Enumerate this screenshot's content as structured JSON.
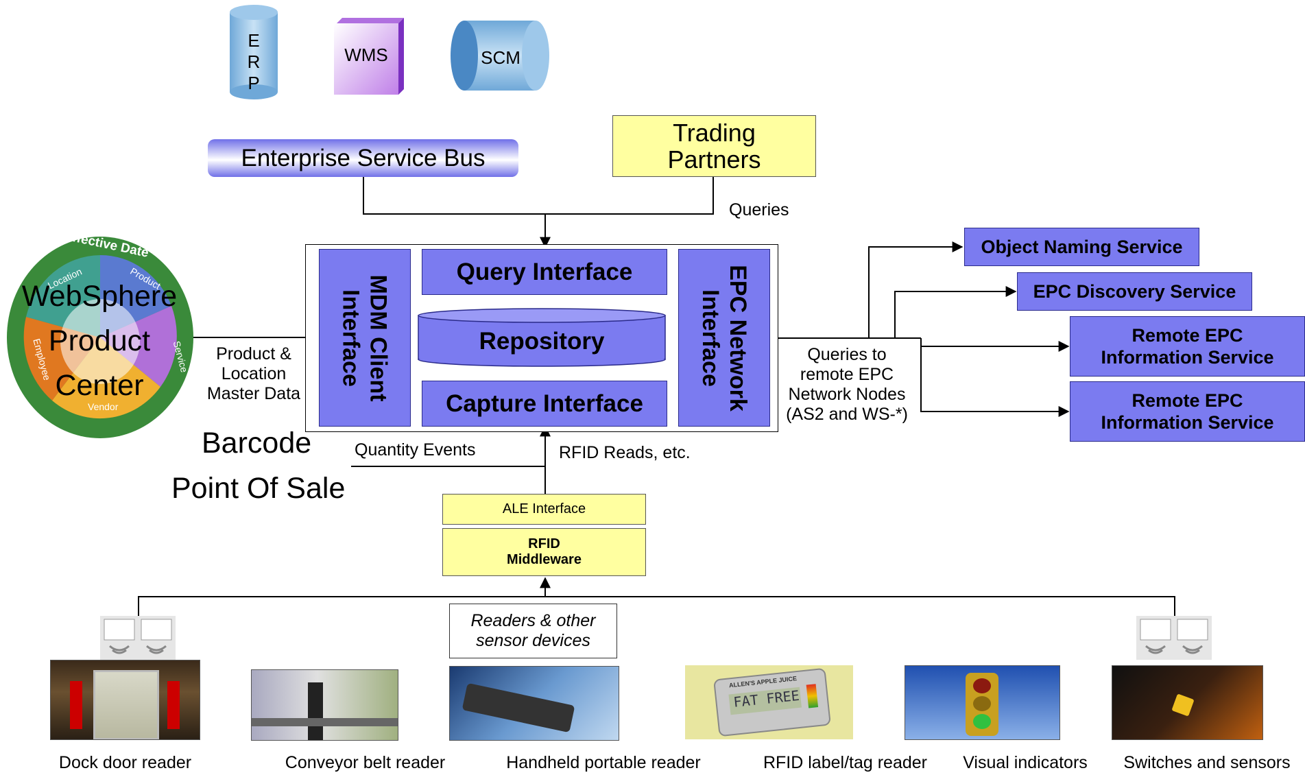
{
  "systems": {
    "erp_letters": [
      "E",
      "R",
      "P"
    ],
    "wms_label": "WMS",
    "scm_label": "SCM"
  },
  "esb_label": "Enterprise Service Bus",
  "trading_partners": [
    "Trading",
    "Partners"
  ],
  "queries_label": "Queries",
  "websphere": {
    "ring_label": "Effective Date",
    "line1": "WebSphere",
    "line2": "Product",
    "line3": "Center",
    "segments": [
      "Location",
      "Product",
      "Service",
      "Vendor",
      "Employee"
    ]
  },
  "master_data_label": [
    "Product &",
    "Location",
    "Master Data"
  ],
  "epcis": {
    "mdm_client_interface": [
      "MDM Client",
      "Interface"
    ],
    "query_interface": "Query Interface",
    "repository": "Repository",
    "capture_interface": "Capture Interface",
    "epc_network_interface": [
      "EPC Network",
      "Interface"
    ]
  },
  "remote_queries_label": [
    "Queries to",
    "remote EPC",
    "Network Nodes",
    "(AS2 and WS-*)"
  ],
  "services": {
    "ons": "Object Naming Service",
    "discovery": "EPC Discovery Service",
    "remote1": [
      "Remote EPC",
      "Information Service"
    ],
    "remote2": [
      "Remote EPC",
      "Information Service"
    ]
  },
  "barcode_label": "Barcode",
  "pos_label": "Point Of Sale",
  "quantity_events_label": "Quantity Events",
  "rfid_reads_label": "RFID Reads, etc.",
  "ale_interface_label": "ALE Interface",
  "rfid_middleware": [
    "RFID",
    "Middleware"
  ],
  "readers_label": [
    "Readers & other",
    "sensor devices"
  ],
  "tag_text": [
    "ALLEN'S APPLE JUICE",
    "FAT FREE"
  ],
  "devices": [
    {
      "label": "Dock door reader"
    },
    {
      "label": "Conveyor belt reader"
    },
    {
      "label": "Handheld portable reader"
    },
    {
      "label": "RFID label/tag reader"
    },
    {
      "label": "Visual indicators"
    },
    {
      "label": "Switches and sensors"
    }
  ],
  "colors": {
    "service_blue": "#7b7bf0",
    "note_yellow": "#ffffa0",
    "esb_gradient": [
      "#7070e8",
      "#ffffff"
    ],
    "websphere_outer": "#3a8a3a"
  }
}
